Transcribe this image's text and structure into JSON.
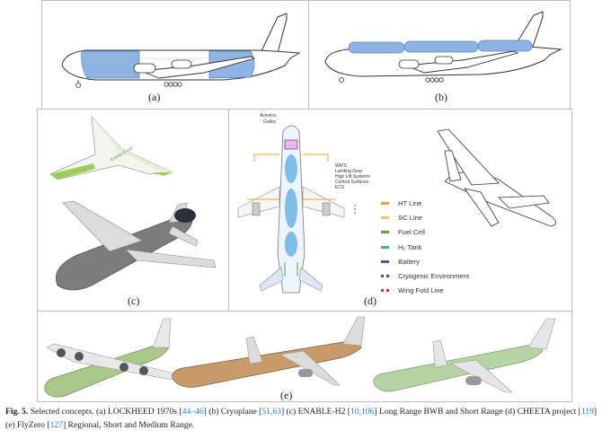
{
  "figure": {
    "panels": {
      "a": {
        "label": "(a)"
      },
      "b": {
        "label": "(b)"
      },
      "c": {
        "label": "(c)",
        "ac_text": "ENABLE-H2"
      },
      "d": {
        "label": "(d)"
      },
      "e": {
        "label": "(e)"
      }
    },
    "annotations_d": {
      "avionics": "Avionics",
      "galley": "Galley",
      "systems": [
        "WIPS",
        "Landing Gear",
        "High Lift Systems",
        "Control Surfaces",
        "ECS"
      ]
    },
    "legend_d": [
      {
        "label": "HT Line",
        "color": "#f2a23c",
        "style": "solid"
      },
      {
        "label": "SC Line",
        "color": "#f4c36b",
        "style": "solid"
      },
      {
        "label": "Fuel Cell",
        "color": "#5aa33c",
        "style": "solid"
      },
      {
        "label": "H₂ Tank",
        "color": "#4aa3c8",
        "style": "solid"
      },
      {
        "label": "Battery",
        "color": "#7b3fa0",
        "style": "solid"
      },
      {
        "label": "Cryogenic Environment",
        "color": "#555555",
        "style": "dash"
      },
      {
        "label": "Wing Fold Line",
        "color": "#c0392b",
        "style": "dash"
      }
    ],
    "colors": {
      "tank_blue": "#8fb4e3",
      "panel_border": "#bdbdbd",
      "link_blue": "#1f7fc1"
    }
  },
  "caption": {
    "label": "Fig. 5.",
    "segments": [
      {
        "text": " Selected concepts. (a) LOCKHEED 1970s [",
        "ref": false
      },
      {
        "text": "44–46",
        "ref": true
      },
      {
        "text": "] (b) Cryoplane [",
        "ref": false
      },
      {
        "text": "51,63",
        "ref": true
      },
      {
        "text": "] (c) ENABLE-H2 [",
        "ref": false
      },
      {
        "text": "10,106",
        "ref": true
      },
      {
        "text": "] Long Range BWB and Short Range (d) CHEETA project [",
        "ref": false
      },
      {
        "text": "119",
        "ref": true
      },
      {
        "text": "] (e) FlyZero [",
        "ref": false
      },
      {
        "text": "127",
        "ref": true
      },
      {
        "text": "] Regional, Short and Medium Range.",
        "ref": false
      }
    ]
  }
}
